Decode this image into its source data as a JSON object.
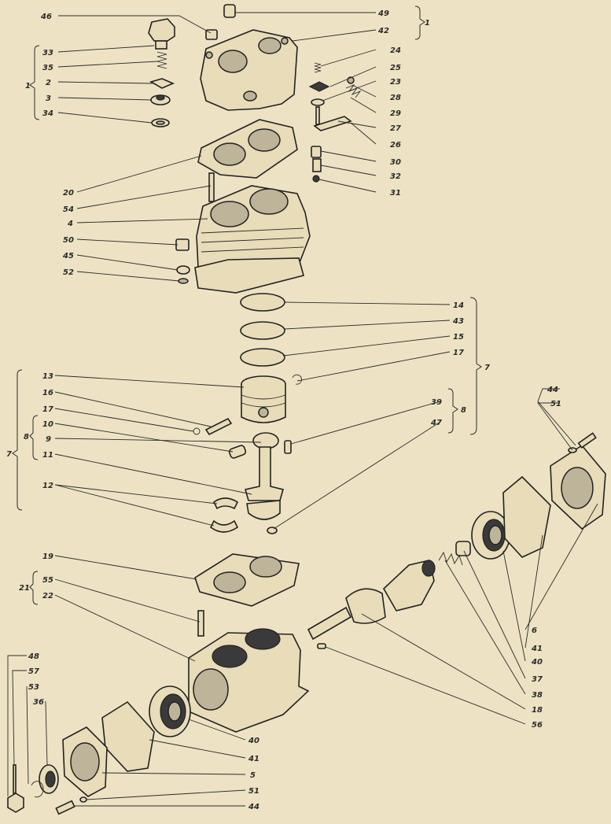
{
  "labels": {
    "l46": "46",
    "l49": "49",
    "l42": "42",
    "l1a": "1",
    "l33": "33",
    "l35": "35",
    "l1b": "1",
    "l2": "2",
    "l3": "3",
    "l34": "34",
    "l24": "24",
    "l25": "25",
    "l23": "23",
    "l28": "28",
    "l29": "29",
    "l27": "27",
    "l26": "26",
    "l30": "30",
    "l32": "32",
    "l31": "31",
    "l20": "20",
    "l54": "54",
    "l4": "4",
    "l50": "50",
    "l45": "45",
    "l52": "52",
    "l14": "14",
    "l43": "43",
    "l15": "15",
    "l17a": "17",
    "l7a": "7",
    "l13": "13",
    "l16": "16",
    "l17b": "17",
    "l10": "10",
    "l9": "9",
    "l11": "11",
    "l12": "12",
    "l8a": "8",
    "l7b": "7",
    "l39": "39",
    "l47": "47",
    "l8b": "8",
    "l44a": "44",
    "l51a": "51",
    "l19": "19",
    "l55": "55",
    "l22": "22",
    "l21": "21",
    "l6": "6",
    "l41a": "41",
    "l40a": "40",
    "l37": "37",
    "l38": "38",
    "l18": "18",
    "l56": "56",
    "l48": "48",
    "l57": "57",
    "l53": "53",
    "l36": "36",
    "l40b": "40",
    "l41b": "41",
    "l5": "5",
    "l51b": "51",
    "l44b": "44"
  },
  "colors": {
    "paper": "#ede3c4",
    "ink": "#2b2b2b"
  }
}
